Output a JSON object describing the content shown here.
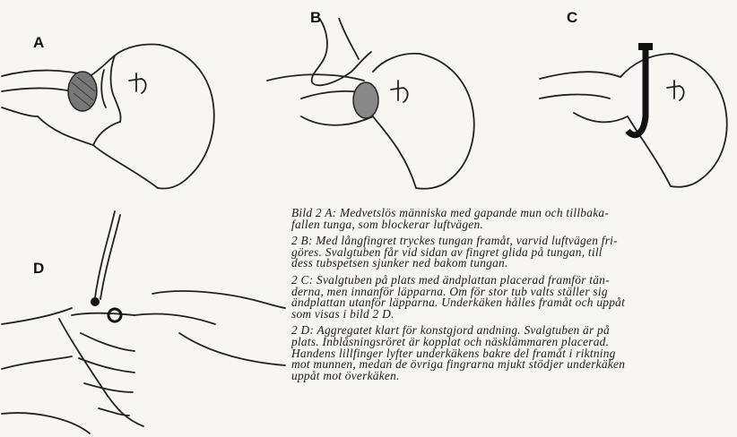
{
  "figure_labels": {
    "a": "A",
    "b": "B",
    "c": "C",
    "d": "D"
  },
  "caption": {
    "paragraphs": [
      {
        "lines": [
          "Bild 2 A: Medvetslös människa med gapande mun och tillbaka-",
          "fallen tunga, som blockerar luftvägen."
        ]
      },
      {
        "lines": [
          "2 B: Med långfingret tryckes tungan framåt, varvid luftvägen fri-",
          "göres. Svalgtuben får vid sidan av fingret glida på tungan, till",
          "dess tubspetsen sjunker ned bakom tungan."
        ]
      },
      {
        "lines": [
          "2 C: Svalgtuben på plats med ändplattan placerad framför tän-",
          "derna, men innanför läpparna. Om för stor tub valts ställer sig",
          "ändplattan utanför läpparna. Underkäken hålles framåt och uppåt",
          "som visas i bild 2 D."
        ]
      },
      {
        "lines": [
          "2 D: Aggregatet klart för konstgjord andning. Svalgtuben är på",
          "plats. Inblåsningsröret är kopplat och näsklämmaren placerad.",
          "Handens lillfinger lyfter underkäkens bakre del framåt i riktning",
          "mot munnen, medan de övriga fingrarna mjukt stödjer underkäken",
          "uppåt mot överkäken."
        ]
      }
    ]
  }
}
